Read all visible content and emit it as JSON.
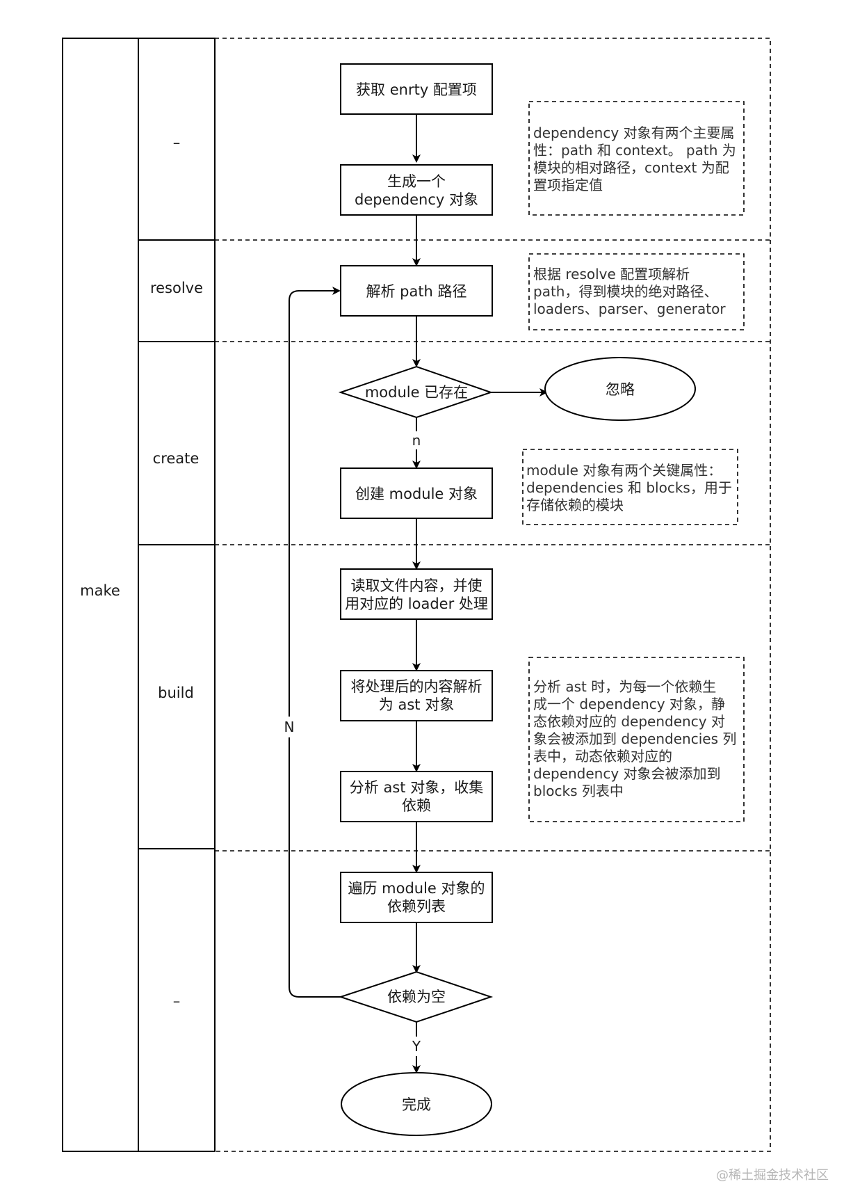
{
  "pool": {
    "label": "make"
  },
  "lanes": [
    {
      "label": "–"
    },
    {
      "label": "resolve"
    },
    {
      "label": "create"
    },
    {
      "label": "build"
    },
    {
      "label": "–"
    }
  ],
  "nodes": {
    "get_entry": {
      "lines": [
        "获取 enrty 配置项"
      ]
    },
    "gen_dependency": {
      "lines": [
        "生成一个",
        "dependency 对象"
      ]
    },
    "parse_path": {
      "lines": [
        "解析 path 路径"
      ]
    },
    "module_exists": {
      "lines": [
        "module 已存在"
      ]
    },
    "ignore": {
      "lines": [
        "忽略"
      ]
    },
    "create_module": {
      "lines": [
        "创建 module 对象"
      ]
    },
    "read_file": {
      "lines": [
        "读取文件内容，并使",
        "用对应的 loader 处理"
      ]
    },
    "parse_ast": {
      "lines": [
        "将处理后的内容解析",
        "为 ast 对象"
      ]
    },
    "analyze_ast": {
      "lines": [
        "分析 ast 对象，收集",
        "依赖"
      ]
    },
    "traverse_deps": {
      "lines": [
        "遍历 module 对象的",
        "依赖列表"
      ]
    },
    "deps_empty": {
      "lines": [
        "依赖为空"
      ]
    },
    "done": {
      "lines": [
        "完成"
      ]
    }
  },
  "notes": {
    "dependency_note": {
      "lines": [
        "dependency 对象有两个主要属",
        "性：path 和 context。 path 为",
        "模块的相对路径，context 为配",
        "置项指定值"
      ]
    },
    "resolve_note": {
      "lines": [
        "根据 resolve 配置项解析",
        "path，得到模块的绝对路径、",
        "loaders、parser、generator"
      ]
    },
    "module_note": {
      "lines": [
        "module 对象有两个关键属性：",
        "dependencies 和 blocks，用于",
        "存储依赖的模块"
      ]
    },
    "ast_note": {
      "lines": [
        "分析 ast 时，为每一个依赖生",
        "成一个 dependency 对象，静",
        "态依赖对应的 dependency 对",
        "象会被添加到 dependencies 列",
        "表中，动态依赖对应的",
        "dependency 对象会被添加到",
        "blocks 列表中"
      ]
    }
  },
  "edge_labels": {
    "not_exists": "n",
    "not_empty": "N",
    "empty": "Y"
  },
  "watermark": "@稀土掘金技术社区"
}
